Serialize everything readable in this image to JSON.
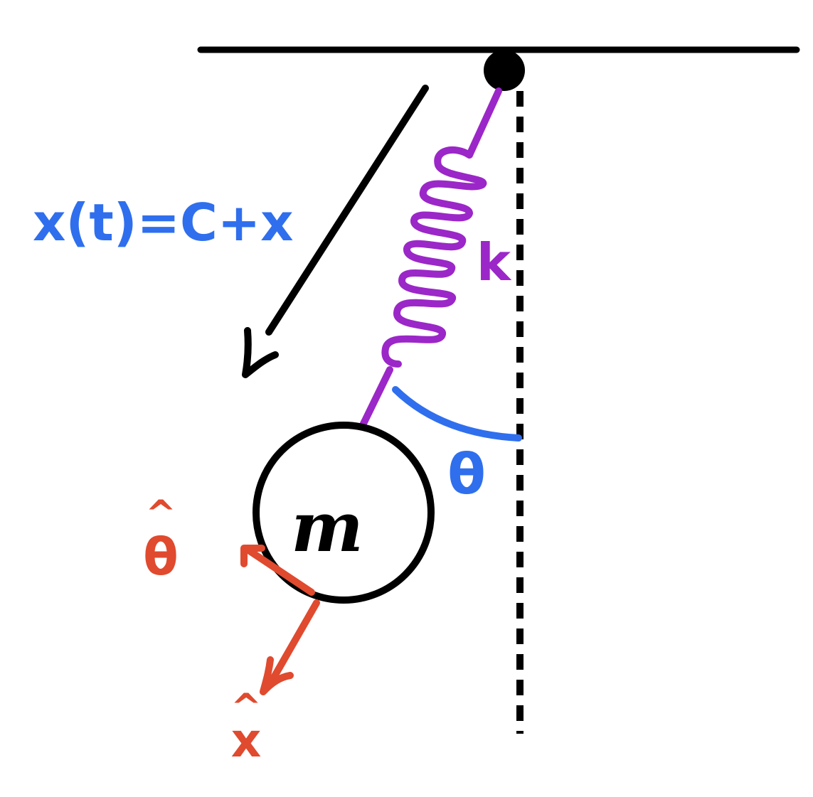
{
  "labels": {
    "spring_constant": "k",
    "mass": "m",
    "angle": "θ",
    "position_equation": "x(t)=C+x",
    "unit_theta_hat": "^",
    "unit_theta_symbol": "θ",
    "unit_x_hat": "^",
    "unit_x_symbol": "x"
  },
  "colors": {
    "ink": "#000000",
    "spring": "#9b27c8",
    "blue": "#2f6fee",
    "red": "#e04a2e"
  },
  "icons": {
    "pivot": "pivot-icon",
    "motion_arrow": "arrow-down-left-icon",
    "unit_vector_theta": "arrow-up-left-icon",
    "unit_vector_x": "arrow-down-left-icon"
  }
}
